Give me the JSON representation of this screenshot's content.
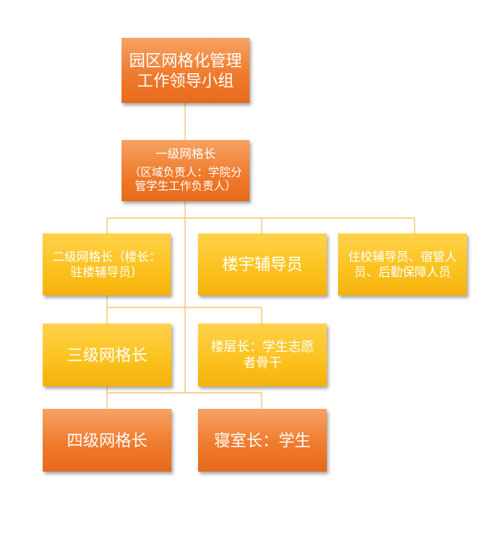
{
  "org_chart": {
    "root": {
      "line1": "园区网格化管理",
      "line2": "工作领导小组"
    },
    "level1": {
      "title": "一级网格长",
      "note_line1": "（区域负责人：学院分",
      "note_line2": "管学生工作负责人）"
    },
    "level2": {
      "line1": "二级网格长（楼长：",
      "line2": "驻楼辅导员）"
    },
    "building_counselor": "楼宇辅导员",
    "staff": {
      "line1": "住校辅导员、宿管人",
      "line2": "员、后勤保障人员"
    },
    "level3": "三级网格长",
    "floor_leader": {
      "line1": "楼层长：学生志愿",
      "line2": "者骨干"
    },
    "level4": "四级网格长",
    "dorm_leader": "寝室长：学生"
  }
}
